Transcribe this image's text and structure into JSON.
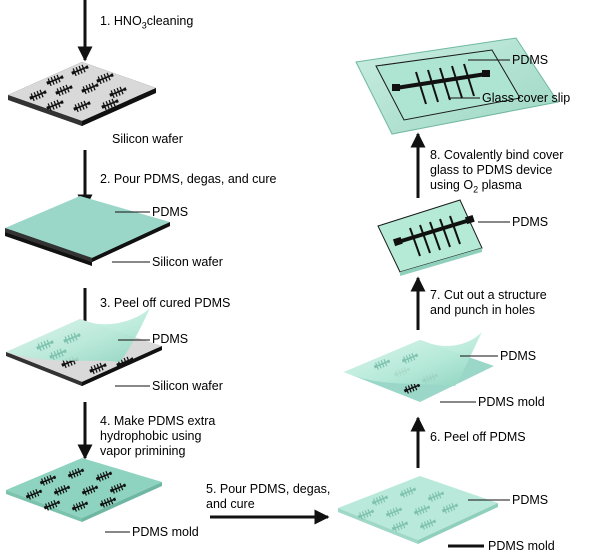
{
  "steps": [
    {
      "pre": "1. HNO",
      "sub": "3",
      "post": "cleaning"
    },
    {
      "text": "2. Pour PDMS, degas, and cure"
    },
    {
      "text": "3. Peel off cured PDMS"
    },
    {
      "lines": [
        "4. Make PDMS extra",
        "hydrophobic using",
        "vapor primining"
      ]
    },
    {
      "lines": [
        "5. Pour PDMS, degas,",
        "and cure"
      ]
    },
    {
      "text": "6. Peel off PDMS"
    },
    {
      "lines": [
        "7. Cut out a structure",
        "and punch in holes"
      ]
    },
    {
      "line1": "8. Covalently bind cover",
      "line2": "glass to PDMS device",
      "line3_pre": "using O",
      "line3_sub": "2",
      "line3_post": " plasma"
    }
  ],
  "labels": {
    "silicon_wafer": "Silicon wafer",
    "pdms": "PDMS",
    "pdms_mold": "PDMS mold",
    "glass_cover_slip": "Glass cover slip"
  },
  "colors": {
    "arrow": "#111111",
    "wafer_top": "#d9d9d9",
    "wafer_edge": "#1a1a1a",
    "pdms_fill": "#9ad7c9",
    "pdms_light": "#c8f0e3",
    "glass": "#a9dccb",
    "feature": "#111111"
  }
}
